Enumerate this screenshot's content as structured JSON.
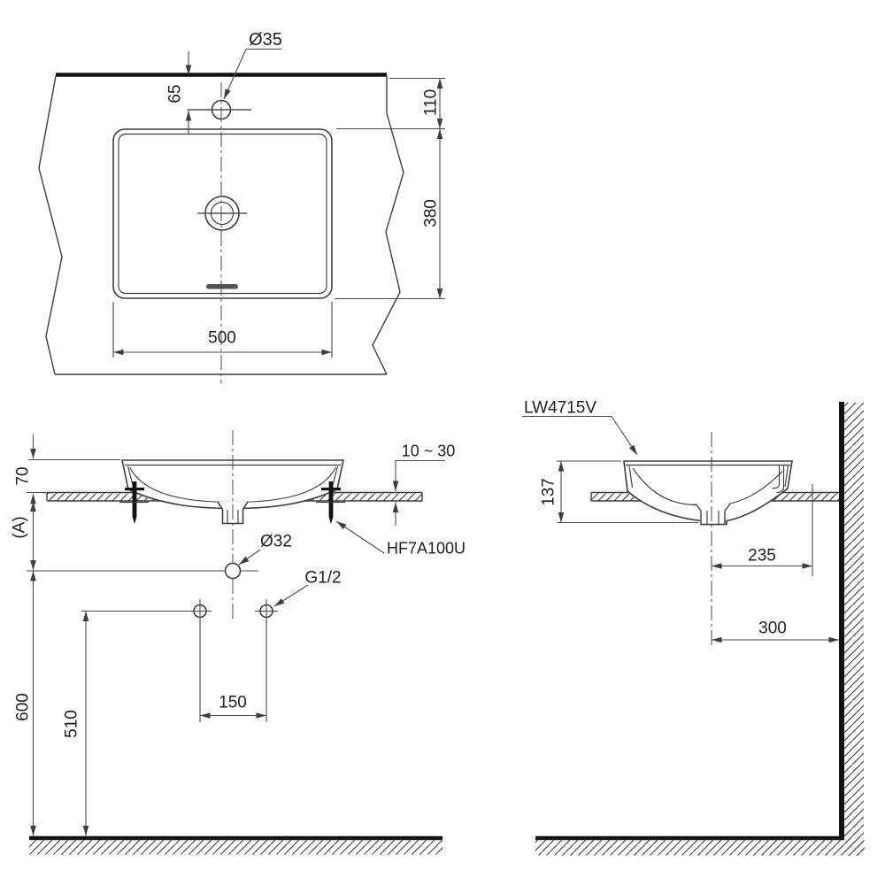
{
  "colors": {
    "line": "#3d3d3d",
    "thick_line": "#111111",
    "hatch": "#4a4a4a",
    "text": "#1f1f1f",
    "background": "#ffffff"
  },
  "plan_view": {
    "faucet_hole_diameter": "Ø35",
    "faucet_hole_offset": "65",
    "back_clearance": "110",
    "basin_depth": "380",
    "basin_width": "500"
  },
  "front_view": {
    "rim_above_counter": "70",
    "counter_height_ref": "(A)",
    "counter_thickness_range": "10 ~ 30",
    "drain_hole_diameter": "Ø32",
    "fixing_kit_code": "HF7A100U",
    "supply_thread": "G1/2",
    "supply_spacing": "150",
    "supply_height": "510",
    "drain_outlet_height": "600"
  },
  "side_view": {
    "model_code": "LW4715V",
    "basin_height": "137",
    "drain_to_wall": "235",
    "center_to_wall": "300"
  }
}
